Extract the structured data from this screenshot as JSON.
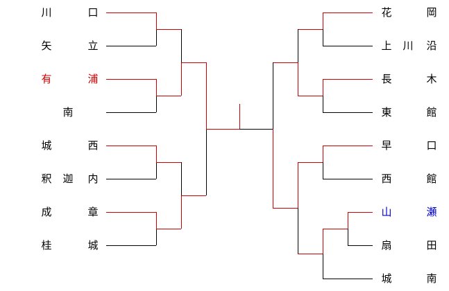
{
  "colors": {
    "winner_line": "#cc0000",
    "loser_line": "#000000",
    "default_text": "#000000",
    "highlight_red": "#cc0000",
    "highlight_blue": "#0000cc"
  },
  "left_teams": [
    {
      "chars": [
        "川",
        "",
        "口"
      ],
      "color": "default_text"
    },
    {
      "chars": [
        "矢",
        "",
        "立"
      ],
      "color": "default_text"
    },
    {
      "chars": [
        "有",
        "",
        "浦"
      ],
      "color": "highlight_red"
    },
    {
      "chars": [
        "",
        "南",
        ""
      ],
      "color": "default_text"
    },
    {
      "chars": [
        "城",
        "",
        "西"
      ],
      "color": "default_text"
    },
    {
      "chars": [
        "釈",
        "迦",
        "内"
      ],
      "color": "default_text"
    },
    {
      "chars": [
        "成",
        "",
        "章"
      ],
      "color": "default_text"
    },
    {
      "chars": [
        "桂",
        "",
        "城"
      ],
      "color": "default_text"
    }
  ],
  "right_teams": [
    {
      "chars": [
        "花",
        "",
        "岡"
      ],
      "color": "default_text"
    },
    {
      "chars": [
        "上",
        "川",
        "沿"
      ],
      "color": "default_text"
    },
    {
      "chars": [
        "長",
        "",
        "木"
      ],
      "color": "default_text"
    },
    {
      "chars": [
        "東",
        "",
        "館"
      ],
      "color": "default_text"
    },
    {
      "chars": [
        "早",
        "",
        "口"
      ],
      "color": "default_text"
    },
    {
      "chars": [
        "西",
        "",
        "館"
      ],
      "color": "default_text"
    },
    {
      "chars": [
        "山",
        "",
        "瀬"
      ],
      "color": "highlight_blue"
    },
    {
      "chars": [
        "扇",
        "",
        "田"
      ],
      "color": "default_text"
    },
    {
      "chars": [
        "城",
        "",
        "南"
      ],
      "color": "default_text"
    }
  ],
  "results": {
    "left_round1": [
      "top",
      "top",
      "top",
      "top"
    ],
    "left_round2": [
      "bottom",
      "bottom"
    ],
    "left_semifinal": "top",
    "right_prelim": "top",
    "right_round1": [
      "top",
      "top",
      "top",
      "top"
    ],
    "right_round2": [
      "bottom",
      "top"
    ],
    "right_semifinal": "bottom",
    "final": "left"
  }
}
